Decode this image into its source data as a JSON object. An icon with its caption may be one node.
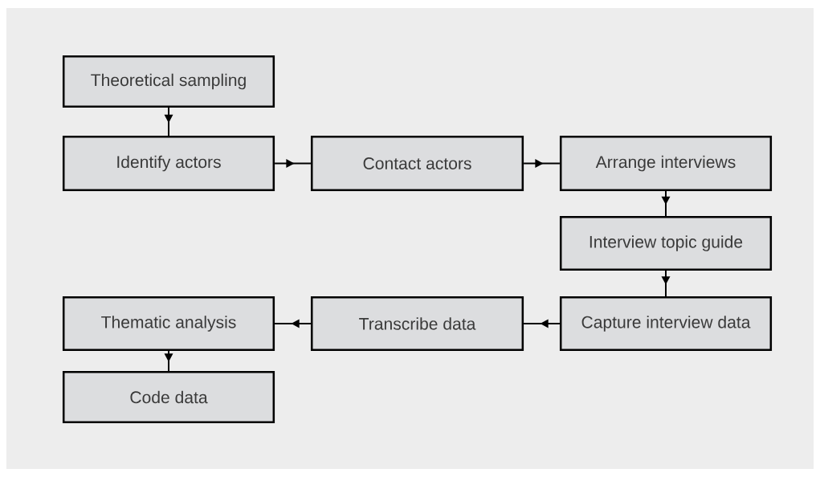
{
  "diagram": {
    "nodes": [
      {
        "text": [
          "Theoretical sampling"
        ]
      },
      {
        "text": [
          "Identify actors"
        ]
      },
      {
        "text": [
          "Contact actors"
        ]
      },
      {
        "text": [
          "Arrange interviews"
        ]
      },
      {
        "text": [
          "Interview topic guide"
        ]
      },
      {
        "text": [
          "Capture interview data"
        ]
      },
      {
        "text": [
          "Transcribe data"
        ]
      },
      {
        "text": [
          "Thematic analysis"
        ]
      },
      {
        "text": [
          "Code data"
        ]
      }
    ],
    "edges": [
      {
        "from": 0,
        "to": 1,
        "arrow": "to"
      },
      {
        "from": 1,
        "to": 2,
        "arrow": "to"
      },
      {
        "from": 2,
        "to": 3,
        "arrow": "to"
      },
      {
        "from": 3,
        "to": 4,
        "arrow": "to"
      },
      {
        "from": 4,
        "to": 5,
        "arrow": "to"
      },
      {
        "from": 5,
        "to": 6,
        "arrow": "to"
      },
      {
        "from": 6,
        "to": 7,
        "arrow": "to"
      },
      {
        "from": 7,
        "to": 8,
        "arrow": "to"
      }
    ]
  }
}
